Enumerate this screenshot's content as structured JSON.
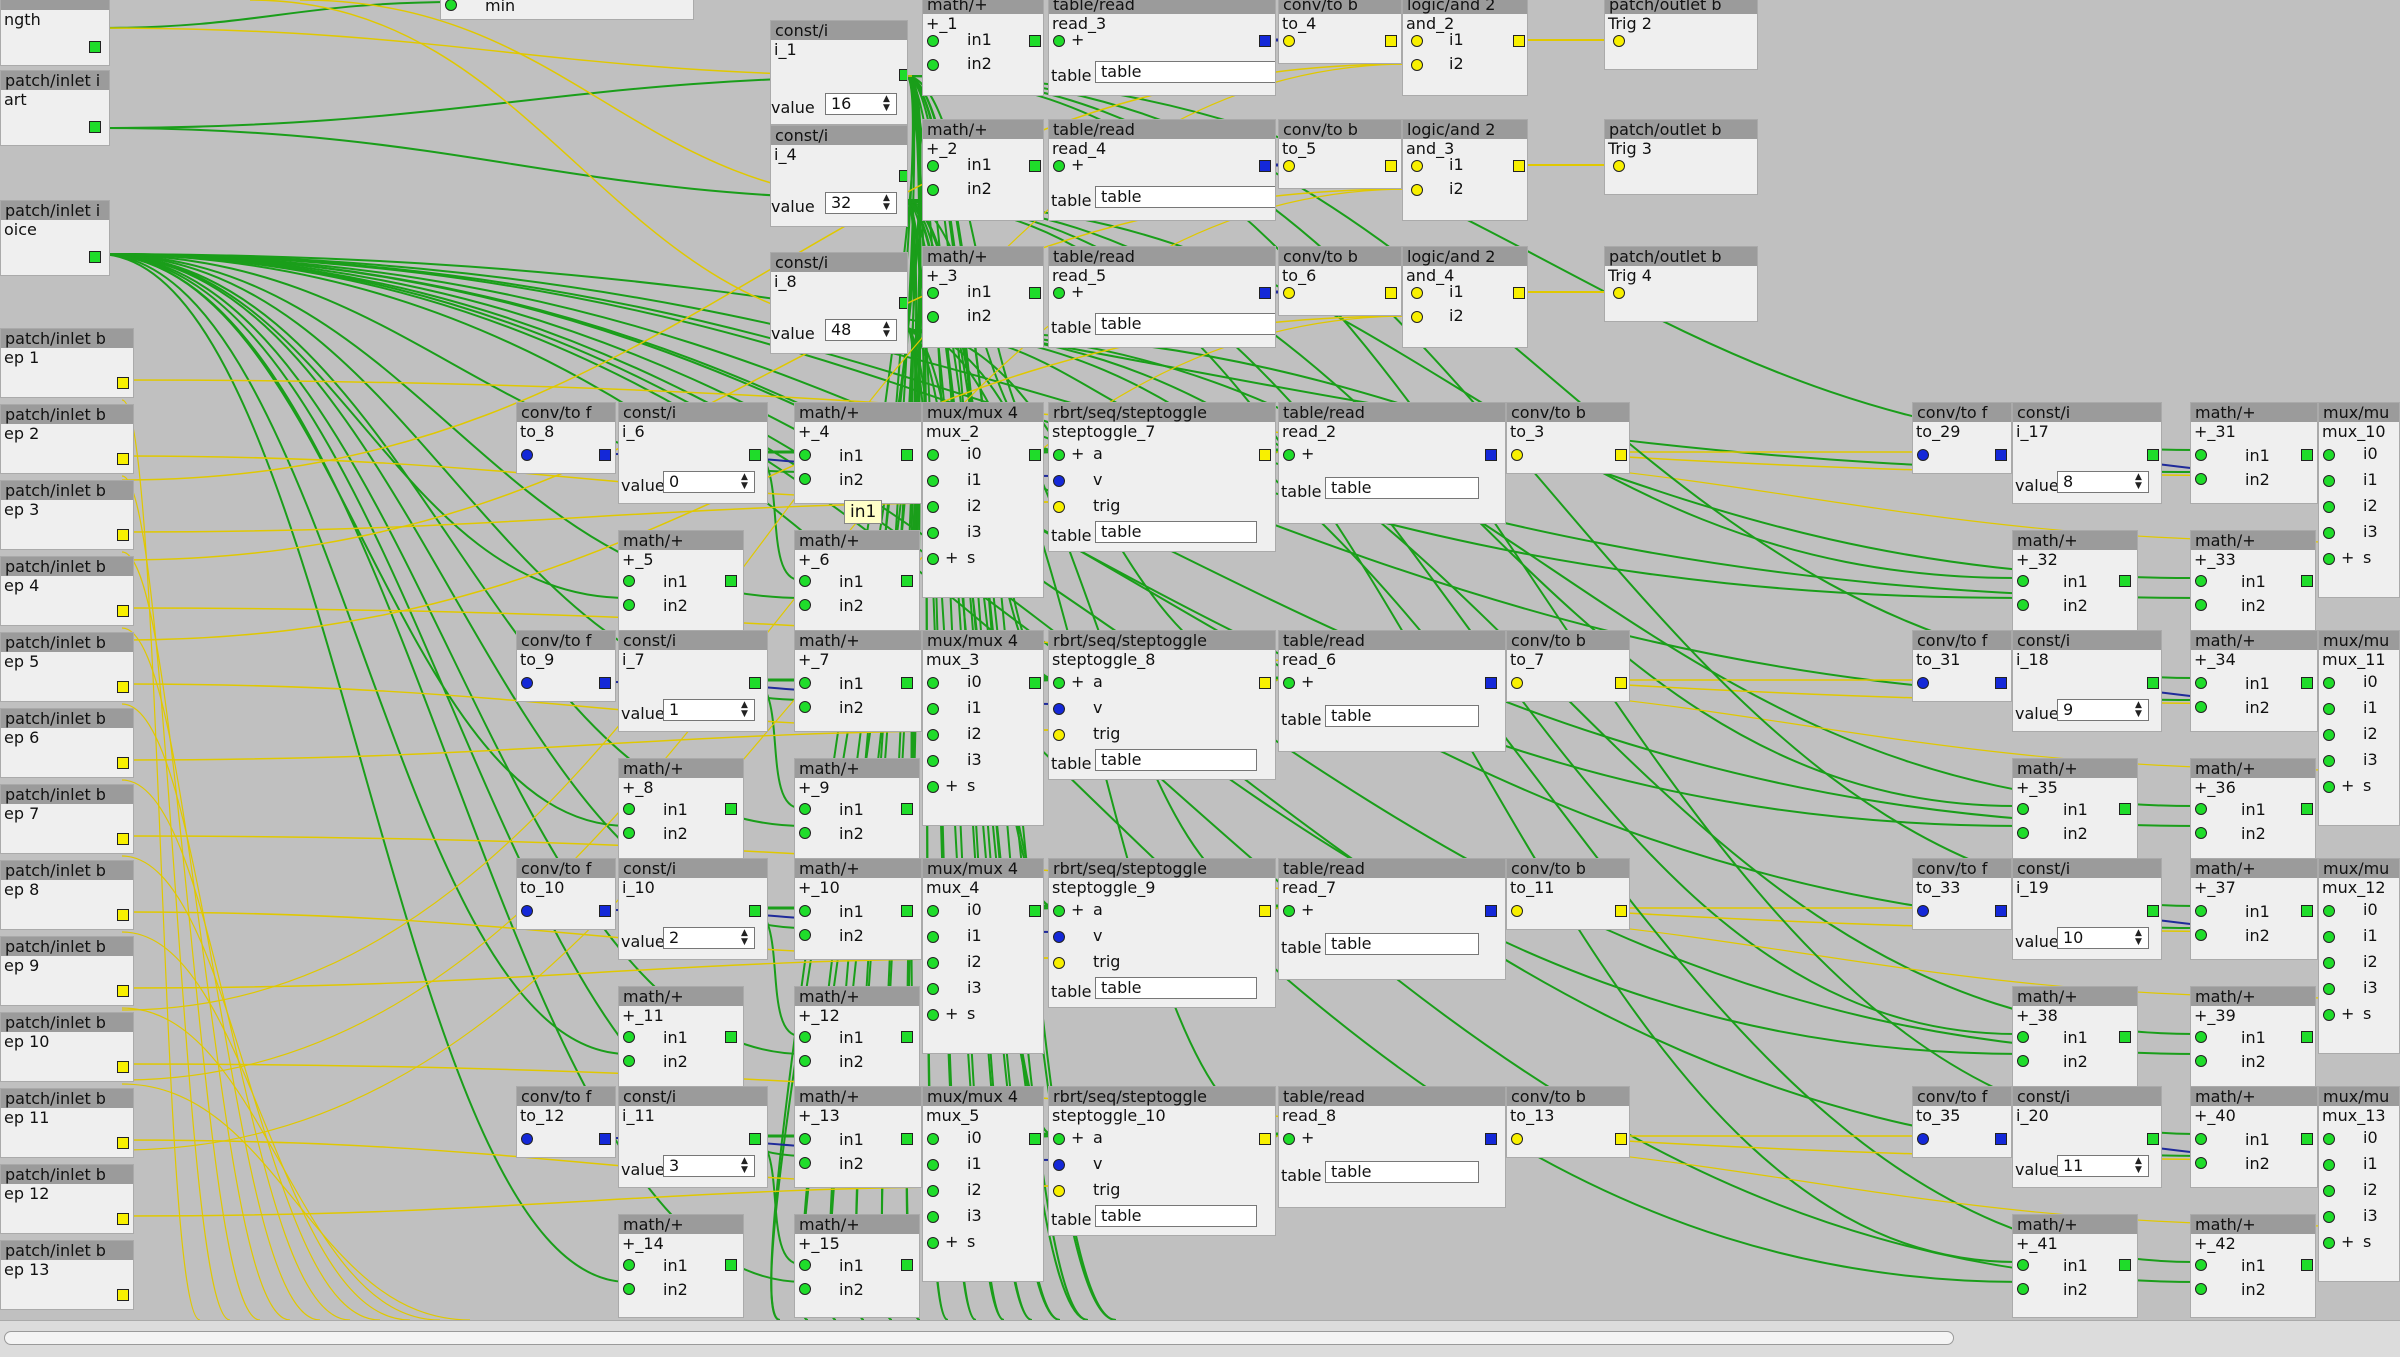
{
  "window": {
    "name": "axoloti-patch-editor"
  },
  "tooltip": "in1",
  "colors": {
    "canvas": "#c0c0c0",
    "object_bg": "#efefef",
    "header": "#9b9b9b",
    "wire_bool": "#e0c800",
    "wire_int": "#1a9e1a",
    "wire_frac": "#1f2a9a"
  },
  "left_inlets": [
    {
      "hdr": "",
      "inst": "ngth"
    },
    {
      "hdr": "patch/inlet i",
      "inst": "art"
    },
    {
      "hdr": "patch/inlet i",
      "inst": "oice"
    },
    {
      "hdr": "patch/inlet b",
      "inst": "ep 1"
    },
    {
      "hdr": "patch/inlet b",
      "inst": "ep 2"
    },
    {
      "hdr": "patch/inlet b",
      "inst": "ep 3"
    },
    {
      "hdr": "patch/inlet b",
      "inst": "ep 4"
    },
    {
      "hdr": "patch/inlet b",
      "inst": "ep 5"
    },
    {
      "hdr": "patch/inlet b",
      "inst": "ep 6"
    },
    {
      "hdr": "patch/inlet b",
      "inst": "ep 7"
    },
    {
      "hdr": "patch/inlet b",
      "inst": "ep 8"
    },
    {
      "hdr": "patch/inlet b",
      "inst": "ep 9"
    },
    {
      "hdr": "patch/inlet b",
      "inst": "ep 10"
    },
    {
      "hdr": "patch/inlet b",
      "inst": "ep 11"
    },
    {
      "hdr": "patch/inlet b",
      "inst": "ep 12"
    },
    {
      "hdr": "patch/inlet b",
      "inst": "ep 13"
    }
  ],
  "top_min_label": "min",
  "top_rows": [
    {
      "const": {
        "hdr": "const/i",
        "inst": "i_1",
        "value": "16"
      },
      "add": {
        "hdr": "math/+",
        "inst": "+_1"
      },
      "read": {
        "hdr": "table/read",
        "inst": "read_3"
      },
      "conv": {
        "hdr": "conv/to b",
        "inst": "to_4"
      },
      "and": {
        "hdr": "logic/and 2",
        "inst": "and_2"
      },
      "out": {
        "hdr": "patch/outlet b",
        "inst": "Trig 2"
      }
    },
    {
      "const": {
        "hdr": "const/i",
        "inst": "i_4",
        "value": "32"
      },
      "add": {
        "hdr": "math/+",
        "inst": "+_2"
      },
      "read": {
        "hdr": "table/read",
        "inst": "read_4"
      },
      "conv": {
        "hdr": "conv/to b",
        "inst": "to_5"
      },
      "and": {
        "hdr": "logic/and 2",
        "inst": "and_3"
      },
      "out": {
        "hdr": "patch/outlet b",
        "inst": "Trig 3"
      }
    },
    {
      "const": {
        "hdr": "const/i",
        "inst": "i_8",
        "value": "48"
      },
      "add": {
        "hdr": "math/+",
        "inst": "+_3"
      },
      "read": {
        "hdr": "table/read",
        "inst": "read_5"
      },
      "conv": {
        "hdr": "conv/to b",
        "inst": "to_6"
      },
      "and": {
        "hdr": "logic/and 2",
        "inst": "and_4"
      },
      "out": {
        "hdr": "patch/outlet b",
        "inst": "Trig 4"
      }
    }
  ],
  "labels": {
    "value": "value",
    "table": "table",
    "table_field": "table",
    "in1": "in1",
    "in2": "in2",
    "i1": "i1",
    "i2": "i2",
    "i0": "i0",
    "i3": "i3",
    "s": "s",
    "a": "a",
    "v": "v",
    "trig": "trig",
    "plus": "+"
  },
  "mid_blocks": [
    {
      "convf": {
        "hdr": "conv/to f",
        "inst": "to_8"
      },
      "const": {
        "hdr": "const/i",
        "inst": "i_6",
        "value": "0"
      },
      "add1": {
        "hdr": "math/+",
        "inst": "+_4"
      },
      "mux": {
        "hdr": "mux/mux 4",
        "inst": "mux_2"
      },
      "step": {
        "hdr": "rbrt/seq/steptoggle",
        "inst": "steptoggle_7"
      },
      "read": {
        "hdr": "table/read",
        "inst": "read_2"
      },
      "convb": {
        "hdr": "conv/to b",
        "inst": "to_3"
      },
      "add2": {
        "hdr": "math/+",
        "inst": "+_5"
      },
      "add3": {
        "hdr": "math/+",
        "inst": "+_6"
      }
    },
    {
      "convf": {
        "hdr": "conv/to f",
        "inst": "to_9"
      },
      "const": {
        "hdr": "const/i",
        "inst": "i_7",
        "value": "1"
      },
      "add1": {
        "hdr": "math/+",
        "inst": "+_7"
      },
      "mux": {
        "hdr": "mux/mux 4",
        "inst": "mux_3"
      },
      "step": {
        "hdr": "rbrt/seq/steptoggle",
        "inst": "steptoggle_8"
      },
      "read": {
        "hdr": "table/read",
        "inst": "read_6"
      },
      "convb": {
        "hdr": "conv/to b",
        "inst": "to_7"
      },
      "add2": {
        "hdr": "math/+",
        "inst": "+_8"
      },
      "add3": {
        "hdr": "math/+",
        "inst": "+_9"
      }
    },
    {
      "convf": {
        "hdr": "conv/to f",
        "inst": "to_10"
      },
      "const": {
        "hdr": "const/i",
        "inst": "i_10",
        "value": "2"
      },
      "add1": {
        "hdr": "math/+",
        "inst": "+_10"
      },
      "mux": {
        "hdr": "mux/mux 4",
        "inst": "mux_4"
      },
      "step": {
        "hdr": "rbrt/seq/steptoggle",
        "inst": "steptoggle_9"
      },
      "read": {
        "hdr": "table/read",
        "inst": "read_7"
      },
      "convb": {
        "hdr": "conv/to b",
        "inst": "to_11"
      },
      "add2": {
        "hdr": "math/+",
        "inst": "+_11"
      },
      "add3": {
        "hdr": "math/+",
        "inst": "+_12"
      }
    },
    {
      "convf": {
        "hdr": "conv/to f",
        "inst": "to_12"
      },
      "const": {
        "hdr": "const/i",
        "inst": "i_11",
        "value": "3"
      },
      "add1": {
        "hdr": "math/+",
        "inst": "+_13"
      },
      "mux": {
        "hdr": "mux/mux 4",
        "inst": "mux_5"
      },
      "step": {
        "hdr": "rbrt/seq/steptoggle",
        "inst": "steptoggle_10"
      },
      "read": {
        "hdr": "table/read",
        "inst": "read_8"
      },
      "convb": {
        "hdr": "conv/to b",
        "inst": "to_13"
      },
      "add2": {
        "hdr": "math/+",
        "inst": "+_14"
      },
      "add3": {
        "hdr": "math/+",
        "inst": "+_15"
      }
    }
  ],
  "right_blocks": [
    {
      "convf": {
        "hdr": "conv/to f",
        "inst": "to_29"
      },
      "const": {
        "hdr": "const/i",
        "inst": "i_17",
        "value": "8"
      },
      "add1": {
        "hdr": "math/+",
        "inst": "+_31"
      },
      "mux": {
        "hdr": "mux/mu",
        "inst": "mux_10"
      },
      "add2": {
        "hdr": "math/+",
        "inst": "+_32"
      },
      "add3": {
        "hdr": "math/+",
        "inst": "+_33"
      }
    },
    {
      "convf": {
        "hdr": "conv/to f",
        "inst": "to_31"
      },
      "const": {
        "hdr": "const/i",
        "inst": "i_18",
        "value": "9"
      },
      "add1": {
        "hdr": "math/+",
        "inst": "+_34"
      },
      "mux": {
        "hdr": "mux/mu",
        "inst": "mux_11"
      },
      "add2": {
        "hdr": "math/+",
        "inst": "+_35"
      },
      "add3": {
        "hdr": "math/+",
        "inst": "+_36"
      }
    },
    {
      "convf": {
        "hdr": "conv/to f",
        "inst": "to_33"
      },
      "const": {
        "hdr": "const/i",
        "inst": "i_19",
        "value": "10"
      },
      "add1": {
        "hdr": "math/+",
        "inst": "+_37"
      },
      "mux": {
        "hdr": "mux/mu",
        "inst": "mux_12"
      },
      "add2": {
        "hdr": "math/+",
        "inst": "+_38"
      },
      "add3": {
        "hdr": "math/+",
        "inst": "+_39"
      }
    },
    {
      "convf": {
        "hdr": "conv/to f",
        "inst": "to_35"
      },
      "const": {
        "hdr": "const/i",
        "inst": "i_20",
        "value": "11"
      },
      "add1": {
        "hdr": "math/+",
        "inst": "+_40"
      },
      "mux": {
        "hdr": "mux/mu",
        "inst": "mux_13"
      },
      "add2": {
        "hdr": "math/+",
        "inst": "+_41"
      },
      "add3": {
        "hdr": "math/+",
        "inst": "+_42"
      }
    }
  ]
}
